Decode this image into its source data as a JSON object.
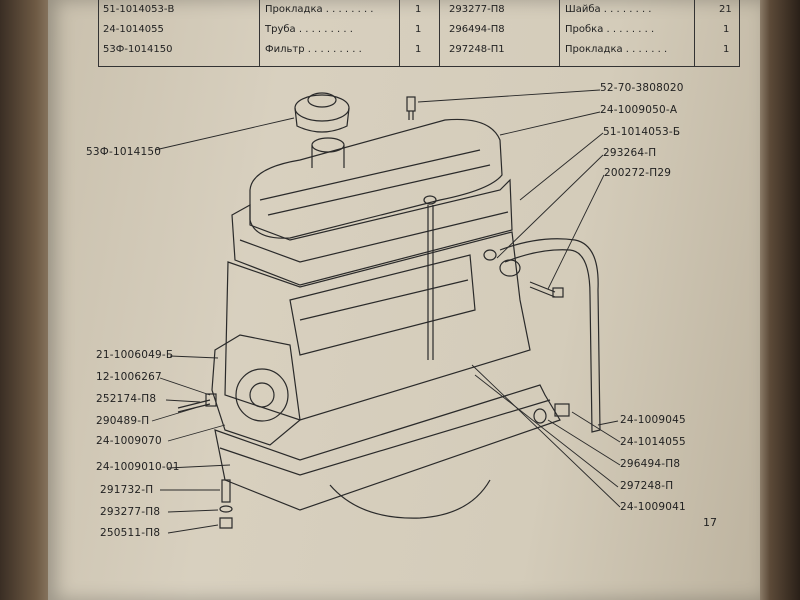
{
  "table": {
    "rows": [
      {
        "code": "51-1014053-В",
        "name": "Прокладка . . . . . . . .",
        "qty": "1",
        "code2": "293277-П8",
        "name2": "Шайба . . . . . . . .",
        "qty2": "21"
      },
      {
        "code": "24-1014055",
        "name": "Труба . . . . . . . . .",
        "qty": "1",
        "code2": "296494-П8",
        "name2": "Пробка . . . . . . . .",
        "qty2": "1"
      },
      {
        "code": "53Ф-1014150",
        "name": "Фильтр . . . . . . . . .",
        "qty": "1",
        "code2": "297248-П1",
        "name2": "Прокладка . . . . . . .",
        "qty2": "1"
      }
    ]
  },
  "callouts": {
    "c1": "52-70-3808020",
    "c2": "24-1009050-А",
    "c3": "51-1014053-Б",
    "c4": "293264-П",
    "c5": "200272-П29",
    "c6": "53Ф-1014150",
    "c7": "21-1006049-Б",
    "c8": "12-1006267",
    "c9": "252174-П8",
    "c10": "290489-П",
    "c11": "24-1009070",
    "c12": "24-1009010-01",
    "c13": "291732-П",
    "c14": "293277-П8",
    "c15": "250511-П8",
    "c16": "24-1009045",
    "c17": "24-1014055",
    "c18": "296494-П8",
    "c19": "297248-П",
    "c20": "24-1009041"
  },
  "page_number": "17"
}
